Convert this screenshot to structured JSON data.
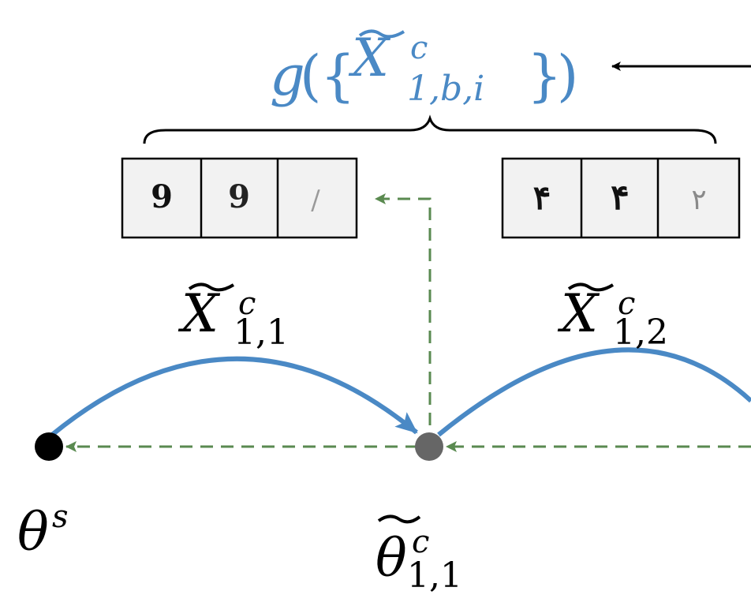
{
  "title": {
    "func": "g",
    "lparen": "(",
    "lbrace": "{",
    "symbol": "X",
    "superscript": "c",
    "subscript": "1,b,i",
    "rbrace": "}",
    "rparen": ")"
  },
  "labels": {
    "x11": {
      "symbol": "X",
      "superscript": "c",
      "subscript": "1,1"
    },
    "x12": {
      "symbol": "X",
      "superscript": "c",
      "subscript": "1,2"
    },
    "theta_s": {
      "symbol": "θ",
      "superscript": "s"
    },
    "theta_c11": {
      "symbol": "θ",
      "superscript": "c",
      "subscript": "1,1"
    }
  },
  "strips": {
    "left": [
      {
        "glyph": "9",
        "tone": "dark"
      },
      {
        "glyph": "9",
        "tone": "dark"
      },
      {
        "glyph": "/",
        "tone": "light"
      }
    ],
    "right": [
      {
        "glyph": "۴",
        "tone": "dark"
      },
      {
        "glyph": "۴",
        "tone": "dark"
      },
      {
        "glyph": "۲",
        "tone": "light"
      }
    ]
  },
  "colors": {
    "blue": "#4a89c5",
    "green": "#5a8a50",
    "black": "#000000",
    "gray_node": "#666666",
    "tile_bg": "#f2f2f2"
  }
}
